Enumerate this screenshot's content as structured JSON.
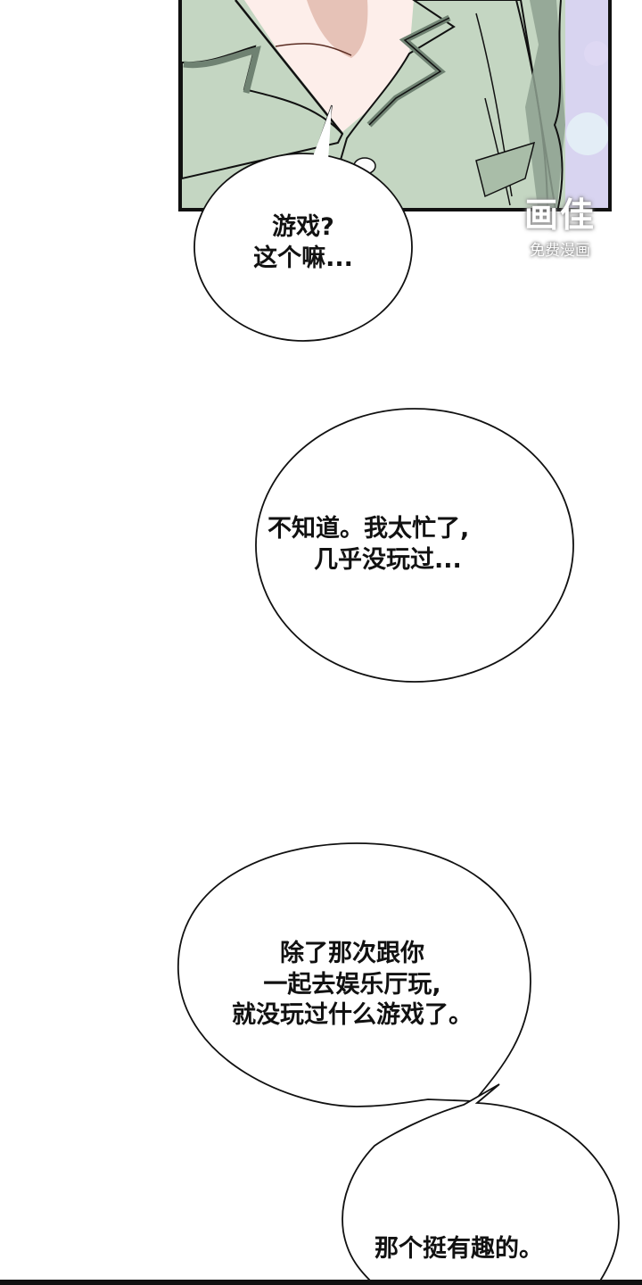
{
  "page": {
    "type": "webtoon-comic-strip",
    "background": "#ffffff"
  },
  "panel": {
    "description": "Close-up of character's neck and chin wearing a green pajama shirt",
    "colors": {
      "shirt": "#c4d6c2",
      "shirt_shadow": "#6f8272",
      "skin": "#fdeeea",
      "skin_shadow": "#ddb3a6",
      "background_pattern": "#d8d4f0",
      "border": "#111111"
    }
  },
  "watermark": {
    "logo": "画佳",
    "subtitle": "免费漫画"
  },
  "speech_bubbles": [
    {
      "id": 1,
      "lines": [
        "游戏?",
        "这个嘛..."
      ]
    },
    {
      "id": 2,
      "lines": [
        "不知道。我太忙了,",
        "几乎没玩过..."
      ]
    },
    {
      "id": 3,
      "lines": [
        "除了那次跟你",
        "一起去娱乐厅玩,",
        "就没玩过什么游戏了。"
      ]
    },
    {
      "id": 4,
      "lines": [
        "那个挺有趣的。"
      ]
    }
  ]
}
